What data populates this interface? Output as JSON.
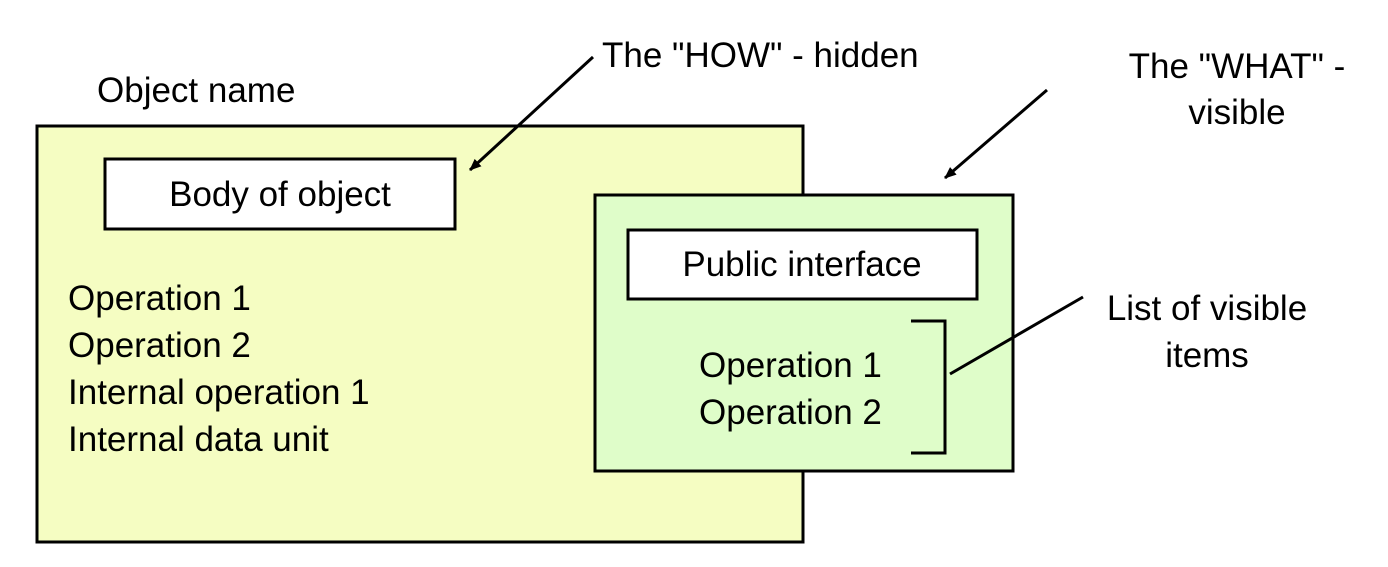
{
  "diagram": {
    "object_name": "Object name",
    "body_label": "Body of object",
    "body_items": [
      "Operation 1",
      "Operation 2",
      "Internal operation 1",
      "Internal data unit"
    ],
    "interface_label": "Public interface",
    "interface_items": [
      "Operation 1",
      "Operation 2"
    ],
    "how_annotation": "The \"HOW\" - hidden",
    "what_annotation": {
      "line1": "The \"WHAT\" -",
      "line2": "visible"
    },
    "list_annotation": {
      "line1": "List of visible",
      "line2": "items"
    }
  },
  "colors": {
    "object_fill": "#F5FDC2",
    "interface_fill": "#DFFDC9",
    "label_fill": "#FFFFFF",
    "stroke": "#000000"
  }
}
